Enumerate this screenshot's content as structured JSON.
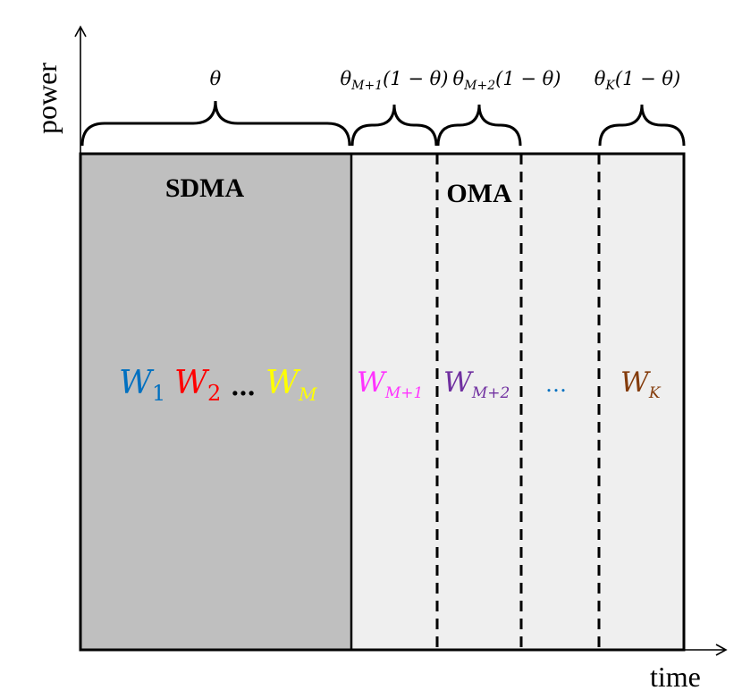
{
  "axes": {
    "y_label": "power",
    "x_label": "time"
  },
  "regions": {
    "sdma": {
      "label": "SDMA",
      "fill": "#bfbfbf"
    },
    "oma": {
      "label": "OMA",
      "fill": "#efefef"
    }
  },
  "braces": {
    "theta": "θ",
    "m1": {
      "sym": "θ",
      "sub": "M+1",
      "tail": "(1 − θ)"
    },
    "m2": {
      "sym": "θ",
      "sub": "M+2",
      "tail": "(1 − θ)"
    },
    "k": {
      "sym": "θ",
      "sub": "K",
      "tail": "(1 − θ)"
    }
  },
  "messages": {
    "w1": {
      "sym": "W",
      "sub": "1",
      "color": "#0070c0"
    },
    "w2": {
      "sym": "W",
      "sub": "2",
      "color": "#ff0000"
    },
    "sdma_dots": {
      "text": "…",
      "color": "#000000"
    },
    "wm": {
      "sym": "W",
      "sub": "M",
      "color": "#ffff00"
    },
    "wm1": {
      "sym": "W",
      "sub": "M+1",
      "color": "#ff33ff"
    },
    "wm2": {
      "sym": "W",
      "sub": "M+2",
      "color": "#7030a0"
    },
    "oma_dots": {
      "text": "…",
      "color": "#0070c0"
    },
    "wk": {
      "sym": "W",
      "sub": "K",
      "color": "#843c0c"
    }
  }
}
